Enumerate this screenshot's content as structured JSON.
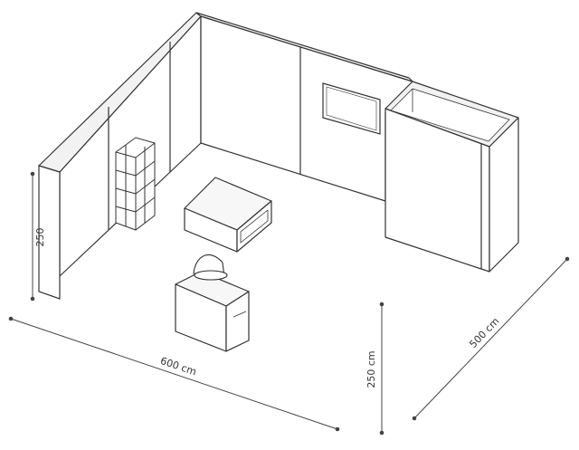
{
  "diagram": {
    "line_color": "#333333",
    "wall_face_color": "#ffffff",
    "wall_top_color": "#f2f2f2",
    "dimension_color": "#444444",
    "labels": {
      "width": "600 cm",
      "depth": "500 cm",
      "height_front": "250 cm",
      "height_side": "250"
    }
  }
}
